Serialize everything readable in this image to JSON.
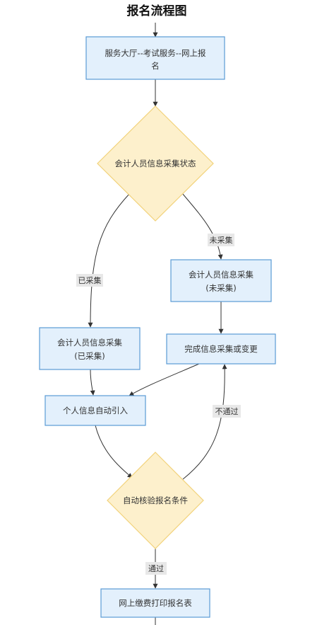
{
  "title": "报名流程图",
  "nodes": {
    "hall": {
      "line1": "服务大厅--考试服务--网上报",
      "line2": "名"
    },
    "status": {
      "label": "会计人员信息采集状态"
    },
    "collect_not": {
      "line1": "会计人员信息采集",
      "line2": "(未采集)"
    },
    "collect_done": {
      "line1": "会计人员信息采集",
      "line2": "(已采集)"
    },
    "complete": {
      "label": "完成信息采集或变更"
    },
    "import": {
      "label": "个人信息自动引入"
    },
    "verify": {
      "label": "自动核验报名条件"
    },
    "pay": {
      "label": "网上缴费打印报名表"
    }
  },
  "edges": {
    "not_collected": "未采集",
    "collected": "已采集",
    "not_passed": "不通过",
    "passed": "通过"
  }
}
